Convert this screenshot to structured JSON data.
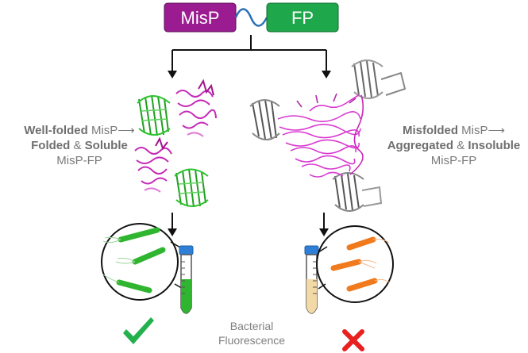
{
  "construct": {
    "misp_label": "MisP",
    "fp_label": "FP",
    "misp_color": "#9b1c91",
    "fp_color": "#1ea84b",
    "linker_color": "#2a6fb5"
  },
  "left_panel": {
    "line1_bold": "Well-folded",
    "line1_rest": "MisP",
    "line2_bold_a": "Folded",
    "line2_amp": "&",
    "line2_bold_b": "Soluble",
    "line3": "MisP-FP",
    "result_icon": "check-mark-icon",
    "result_color": "#22b14c"
  },
  "right_panel": {
    "line1_bold": "Misfolded",
    "line1_rest": "MisP",
    "line2_bold_a": "Aggregated",
    "line2_amp": "&",
    "line2_bold_b": "Insoluble",
    "line3": "MisP-FP",
    "result_icon": "cross-mark-icon",
    "result_color": "#e8201f"
  },
  "center_label": {
    "line1": "Bacterial",
    "line2": "Fluorescence"
  },
  "colors": {
    "fluorescent_green": "#2fb52f",
    "bacteria_orange": "#f07a1c",
    "tube_cap": "#2f7fd6",
    "tube_orange_fill": "#f3d9a6",
    "misfolded_protein": "#d93ad1",
    "fp_gray": "#7d7d7d"
  }
}
